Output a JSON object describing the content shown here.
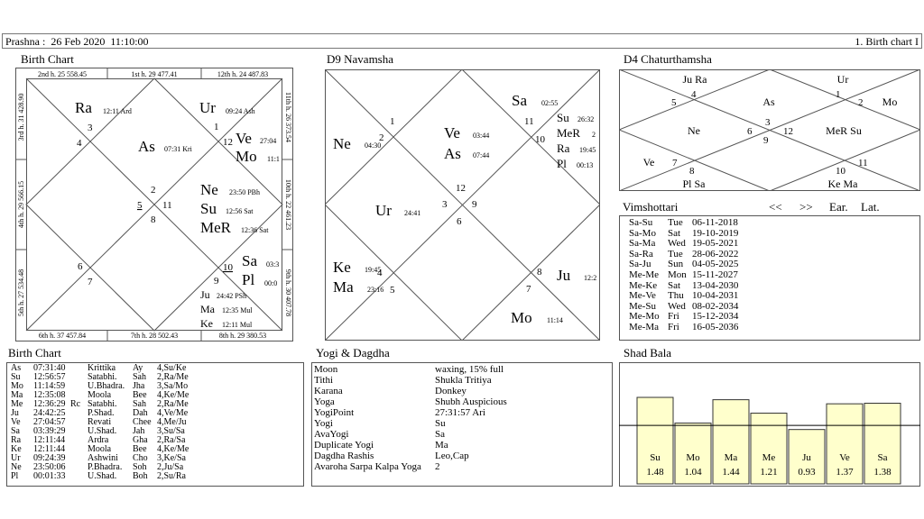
{
  "topbar": {
    "left": "Prashna :  26 Feb 2020  11:10:00",
    "right": "1. Birth chart I"
  },
  "panels": {
    "birth_chart": "Birth Chart",
    "d9": "D9 Navamsha",
    "d4": "D4 Chaturthamsha",
    "birth_table": "Birth Chart",
    "yogi": "Yogi & Dagdha",
    "shad_bala": "Shad Bala",
    "vimshottari": "Vimshottari"
  },
  "birth_chart": {
    "borders": {
      "top": [
        "2nd h. 25 558.45",
        "1st h. 29 477.41",
        "12th h. 24 487.83"
      ],
      "bottom": [
        "6th h. 37 457.84",
        "7th h. 28 502.43",
        "8th h. 29 380.53"
      ],
      "left": [
        "3rd h. 31 428.90",
        "4th h. 29 566.15",
        "5th h. 27 534.48"
      ],
      "right": [
        "11th h. 26 373.54",
        "10th h. 22 461.23",
        "9th h. 30 407.78"
      ]
    },
    "house_numbers": [
      "1",
      "2",
      "3",
      "4",
      "5",
      "6",
      "7",
      "8",
      "9",
      "10",
      "11",
      "12"
    ],
    "planets": [
      {
        "name": "Ra",
        "deg": "12:11 Ard"
      },
      {
        "name": "Ur",
        "deg": "09:24 Ash"
      },
      {
        "name": "As",
        "deg": "07:31 Kri"
      },
      {
        "name": "Ve",
        "deg": "27:04"
      },
      {
        "name": "Mo",
        "deg": "11:1"
      },
      {
        "name": "Ne",
        "deg": "23:50 PBh"
      },
      {
        "name": "Su",
        "deg": "12:56 Sat"
      },
      {
        "name": "MeR",
        "deg": "12:36 Sat"
      },
      {
        "name": "Sa",
        "deg": "03:3"
      },
      {
        "name": "Pl",
        "deg": "00:0"
      },
      {
        "name": "Ju",
        "deg": "24:42 PSh"
      },
      {
        "name": "Ma",
        "deg": "12:35 Mul"
      },
      {
        "name": "Ke",
        "deg": "12:11 Mul"
      }
    ]
  },
  "d9": {
    "house_numbers": [
      "1",
      "2",
      "3",
      "4",
      "5",
      "6",
      "7",
      "8",
      "9",
      "10",
      "11",
      "12"
    ],
    "planets": [
      {
        "name": "Ne",
        "deg": "04:30"
      },
      {
        "name": "Ve",
        "deg": "03:44"
      },
      {
        "name": "As",
        "deg": "07:44"
      },
      {
        "name": "Sa",
        "deg": "02:55"
      },
      {
        "name": "Su",
        "deg": "26:32"
      },
      {
        "name": "MeR",
        "deg": "2"
      },
      {
        "name": "Ra",
        "deg": "19:45"
      },
      {
        "name": "Pl",
        "deg": "00:13"
      },
      {
        "name": "Ur",
        "deg": "24:41"
      },
      {
        "name": "Ke",
        "deg": "19:45"
      },
      {
        "name": "Ma",
        "deg": "23:16"
      },
      {
        "name": "Ju",
        "deg": "12:2"
      },
      {
        "name": "Mo",
        "deg": "11:14"
      }
    ]
  },
  "d4": {
    "house_numbers": [
      "1",
      "2",
      "3",
      "4",
      "5",
      "6",
      "7",
      "8",
      "9",
      "10",
      "11",
      "12"
    ],
    "cells": [
      "Ju Ra",
      "Ur",
      "As",
      "Mo",
      "Ne",
      "MeR Su",
      "Ve",
      "Pl Sa",
      "Ke Ma"
    ]
  },
  "vimshottari": {
    "nav": [
      "<<",
      ">>",
      "Ear.",
      "Lat."
    ],
    "rows": [
      [
        "Sa-Su",
        "Tue",
        "06-11-2018"
      ],
      [
        "Sa-Mo",
        "Sat",
        "19-10-2019"
      ],
      [
        "Sa-Ma",
        "Wed",
        "19-05-2021"
      ],
      [
        "Sa-Ra",
        "Tue",
        "28-06-2022"
      ],
      [
        "Sa-Ju",
        "Sun",
        "04-05-2025"
      ],
      [
        "Me-Me",
        "Mon",
        "15-11-2027"
      ],
      [
        "Me-Ke",
        "Sat",
        "13-04-2030"
      ],
      [
        "Me-Ve",
        "Thu",
        "10-04-2031"
      ],
      [
        "Me-Su",
        "Wed",
        "08-02-2034"
      ],
      [
        "Me-Mo",
        "Fri",
        "15-12-2034"
      ],
      [
        "Me-Ma",
        "Fri",
        "16-05-2036"
      ]
    ]
  },
  "birth_table": {
    "rows": [
      [
        "As",
        "07:31:40",
        "",
        "Krittika",
        "Ay",
        "4,Su/Ke"
      ],
      [
        "Su",
        "12:56:57",
        "",
        "Satabhi.",
        "Sah",
        "2,Ra/Me"
      ],
      [
        "Mo",
        "11:14:59",
        "",
        "U.Bhadra.",
        "Jha",
        "3,Sa/Mo"
      ],
      [
        "Ma",
        "12:35:08",
        "",
        "Moola",
        "Bee",
        "4,Ke/Me"
      ],
      [
        "Me",
        "12:36:29",
        "Rc",
        "Satabhi.",
        "Sah",
        "2,Ra/Me"
      ],
      [
        "Ju",
        "24:42:25",
        "",
        "P.Shad.",
        "Dah",
        "4,Ve/Me"
      ],
      [
        "Ve",
        "27:04:57",
        "",
        "Revati",
        "Chee",
        "4,Me/Ju"
      ],
      [
        "Sa",
        "03:39:29",
        "",
        "U.Shad.",
        "Jah",
        "3,Su/Sa"
      ],
      [
        "Ra",
        "12:11:44",
        "",
        "Ardra",
        "Gha",
        "2,Ra/Sa"
      ],
      [
        "Ke",
        "12:11:44",
        "",
        "Moola",
        "Bee",
        "4,Ke/Me"
      ],
      [
        "Ur",
        "09:24:39",
        "",
        "Ashwini",
        "Cho",
        "3,Ke/Sa"
      ],
      [
        "Ne",
        "23:50:06",
        "",
        "P.Bhadra.",
        "Soh",
        "2,Ju/Sa"
      ],
      [
        "Pl",
        "00:01:33",
        "",
        "U.Shad.",
        "Boh",
        "2,Su/Ra"
      ]
    ]
  },
  "yogi": {
    "rows": [
      [
        "Moon",
        "waxing, 15% full"
      ],
      [
        "Tithi",
        "Shukla  Tritiya"
      ],
      [
        "Karana",
        "Donkey"
      ],
      [
        "Yoga",
        "Shubh Auspicious"
      ],
      [
        "YogiPoint",
        "27:31:57 Ari"
      ],
      [
        "Yogi",
        "Su"
      ],
      [
        "AvaYogi",
        "Sa"
      ],
      [
        "Duplicate Yogi",
        "Ma"
      ],
      [
        "Dagdha Rashis",
        "Leo,Cap"
      ],
      [
        "Avaroha Sarpa Kalpa Yoga",
        "2"
      ]
    ]
  },
  "shad_bala": {
    "threshold": 1.0,
    "max": 1.65,
    "bars": [
      {
        "name": "Su",
        "value": 1.48
      },
      {
        "name": "Mo",
        "value": 1.04
      },
      {
        "name": "Ma",
        "value": 1.44
      },
      {
        "name": "Me",
        "value": 1.21
      },
      {
        "name": "Ju",
        "value": 0.93
      },
      {
        "name": "Ve",
        "value": 1.37
      },
      {
        "name": "Sa",
        "value": 1.38
      }
    ],
    "bar_color": "#ffffcc"
  }
}
